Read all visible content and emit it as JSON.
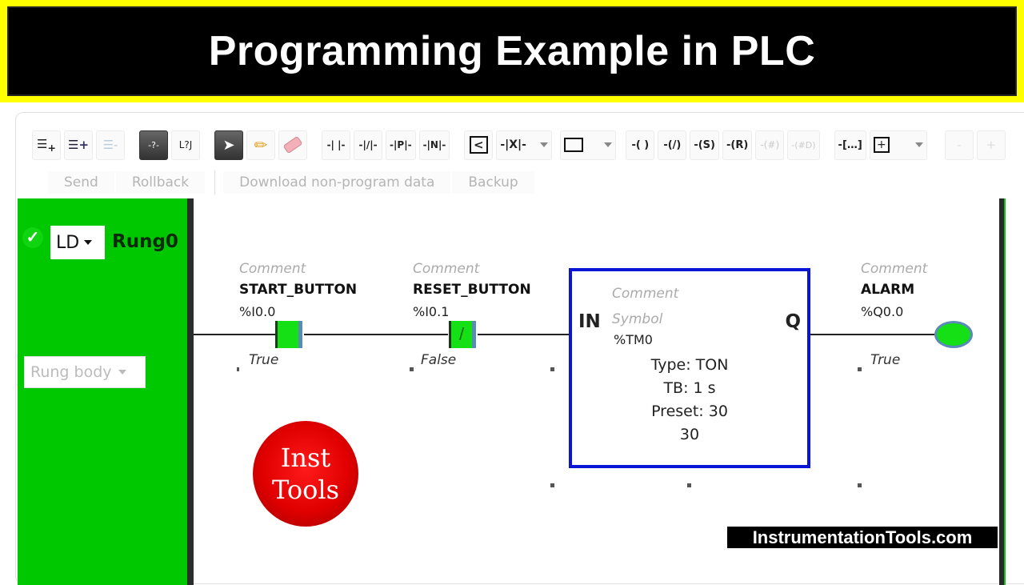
{
  "banner": {
    "title": "Programming Example in PLC",
    "background_color": "#ffff00",
    "inner_color": "#000000"
  },
  "toolbar": {
    "groups": [
      {
        "items": [
          {
            "name": "insert-rung-below-icon",
            "glyph": "⋿₊",
            "enabled": true
          },
          {
            "name": "insert-rung-above-icon",
            "glyph": "⋿+",
            "enabled": true
          },
          {
            "name": "delete-rung-icon",
            "glyph": "☰-",
            "enabled": false
          }
        ]
      },
      {
        "items": [
          {
            "name": "rung-comment-icon",
            "glyph": "-?-",
            "enabled": true,
            "active": true
          },
          {
            "name": "branch-comment-icon",
            "glyph": "L?J",
            "enabled": true
          }
        ]
      },
      {
        "items": [
          {
            "name": "select-pointer-icon",
            "glyph": "➤",
            "enabled": true,
            "active": true
          },
          {
            "name": "pencil-draw-icon",
            "glyph": "✏",
            "enabled": true
          },
          {
            "name": "eraser-icon",
            "glyph": "⌫",
            "enabled": true
          }
        ]
      },
      {
        "items": [
          {
            "name": "normally-open-contact-icon",
            "glyph": "-| |-",
            "enabled": true
          },
          {
            "name": "normally-closed-contact-icon",
            "glyph": "-|/|-",
            "enabled": true
          },
          {
            "name": "positive-edge-contact-icon",
            "glyph": "-|P|-",
            "enabled": true
          },
          {
            "name": "negative-edge-contact-icon",
            "glyph": "-|N|-",
            "enabled": true
          }
        ]
      },
      {
        "items": [
          {
            "name": "compare-block-icon",
            "glyph": "[<]",
            "enabled": true
          },
          {
            "name": "special-contact-dropdown-icon",
            "glyph": "-|X|-",
            "enabled": true,
            "dropdown": true
          },
          {
            "name": "function-block-dropdown-icon",
            "glyph": "⊐",
            "enabled": true,
            "dropdown": true
          }
        ]
      },
      {
        "items": [
          {
            "name": "coil-icon",
            "glyph": "-( )",
            "enabled": true
          },
          {
            "name": "negated-coil-icon",
            "glyph": "-(/)",
            "enabled": true
          },
          {
            "name": "set-coil-icon",
            "glyph": "-(S)",
            "enabled": true
          },
          {
            "name": "reset-coil-icon",
            "glyph": "-(R)",
            "enabled": true
          },
          {
            "name": "jump-coil-icon",
            "glyph": "-(#)",
            "enabled": false
          },
          {
            "name": "jump-d-coil-icon",
            "glyph": "-(#D)",
            "enabled": false
          }
        ]
      },
      {
        "items": [
          {
            "name": "operation-block-icon",
            "glyph": "-[…]",
            "enabled": true
          },
          {
            "name": "add-element-dropdown-icon",
            "glyph": "⊞",
            "enabled": true,
            "dropdown": true
          }
        ]
      },
      {
        "items": [
          {
            "name": "zoom-out-icon",
            "glyph": "-",
            "enabled": false
          },
          {
            "name": "zoom-in-icon",
            "glyph": "+",
            "enabled": false
          }
        ]
      }
    ]
  },
  "actions": {
    "send": "Send",
    "rollback": "Rollback",
    "download": "Download non-program data",
    "backup": "Backup"
  },
  "rung": {
    "language": "LD",
    "name": "Rung0",
    "section": "Rung body",
    "status_color": "#00c800"
  },
  "ladder": {
    "contacts": [
      {
        "comment": "Comment",
        "symbol": "START_BUTTON",
        "address": "%I0.0",
        "state": "True",
        "type": "normally-open"
      },
      {
        "comment": "Comment",
        "symbol": "RESET_BUTTON",
        "address": "%I0.1",
        "state": "False",
        "type": "normally-closed"
      }
    ],
    "timer": {
      "comment": "Comment",
      "symbol": "Symbol",
      "address": "%TM0",
      "input_label": "IN",
      "output_label": "Q",
      "type": "Type:  TON",
      "timebase": "TB:  1 s",
      "preset": "Preset:  30",
      "current_value": "30",
      "border_color": "#0a14d4"
    },
    "coil": {
      "comment": "Comment",
      "symbol": "ALARM",
      "address": "%Q0.0",
      "state": "True"
    }
  },
  "logo": {
    "line1": "Inst",
    "line2": "Tools"
  },
  "watermark": "InstrumentationTools.com"
}
